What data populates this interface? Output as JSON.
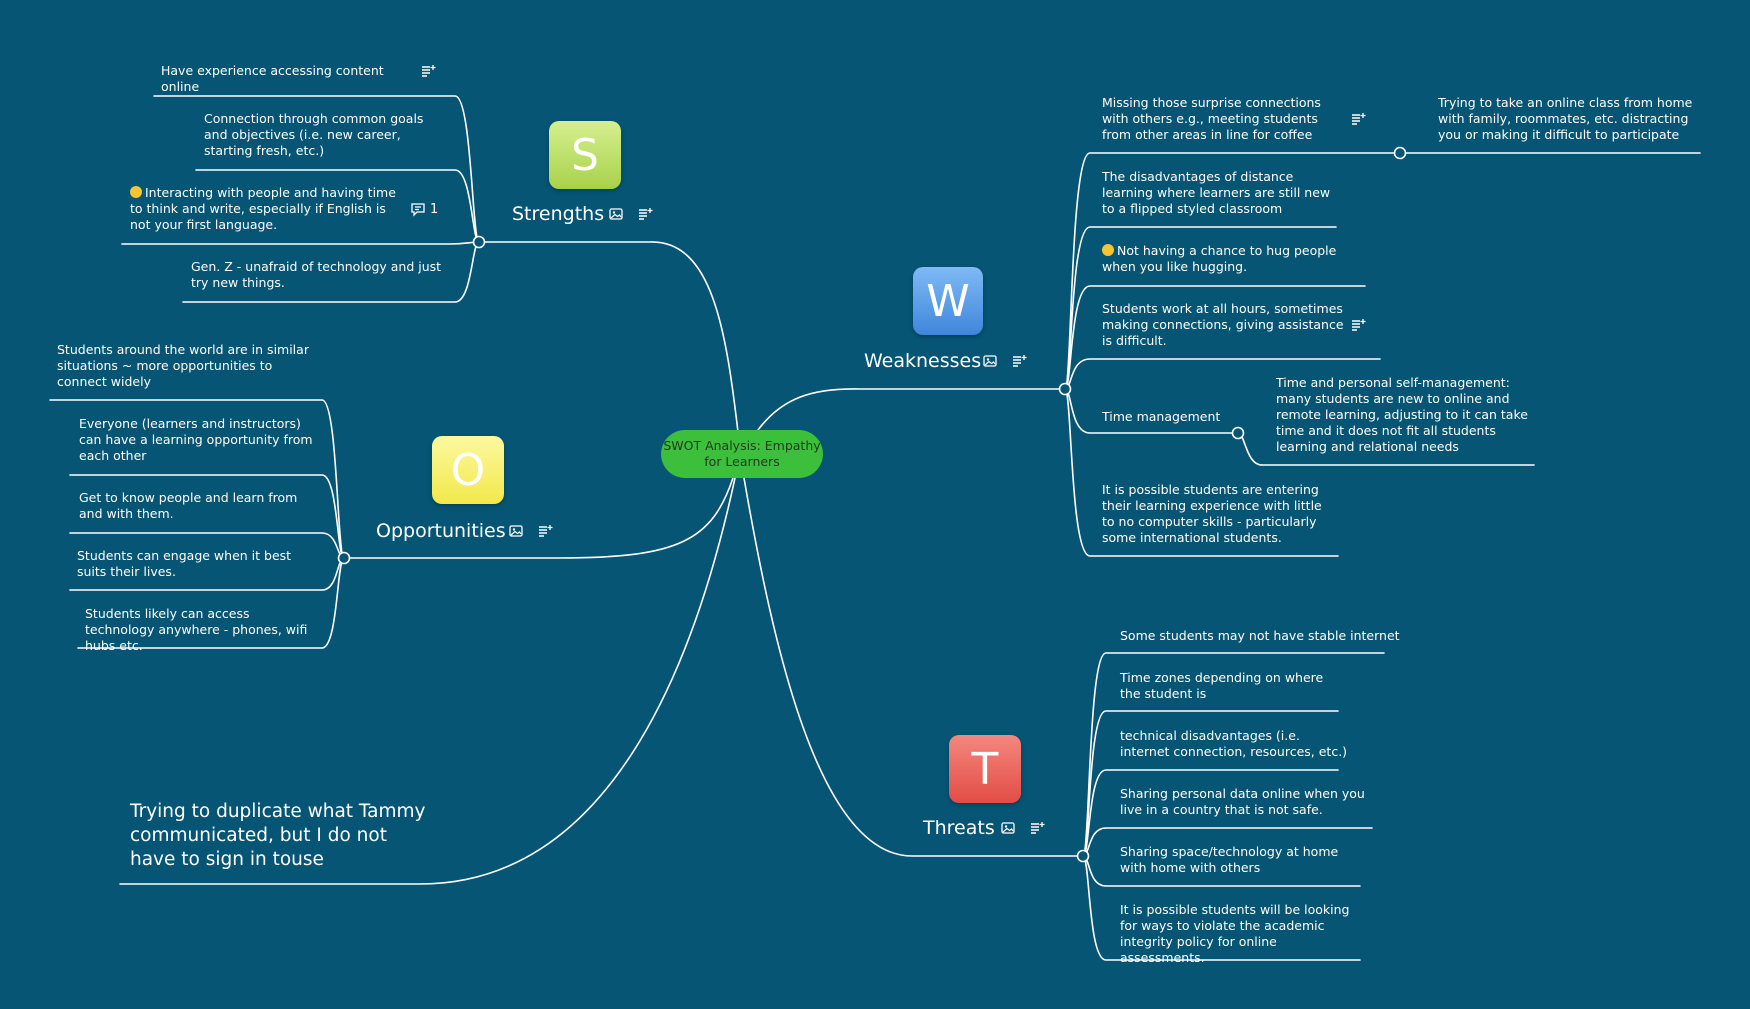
{
  "central_topic": "SWOT Analysis: Empathy for Learners",
  "colors": {
    "background": "#065574",
    "central": "#3cbf3a",
    "strengths_tile": "#b8de5a",
    "weaknesses_tile": "#4f9be6",
    "opportunities_tile": "#f7ef60",
    "threats_tile": "#eb5d55",
    "connector": "#ffffff"
  },
  "icons": {
    "image": "image-icon",
    "notes": "notes-icon",
    "comment": "comment-icon",
    "emoji": "smiley-emoji"
  },
  "strengths": {
    "label": "Strengths",
    "tile_letter": "S",
    "items": [
      "Have experience accessing content online",
      "Connection through common goals and objectives (i.e. new career, starting fresh, etc.)",
      "Interacting with people and having time to think and write, especially if English is not your first language.",
      "Gen. Z - unafraid of technology and just try new things."
    ],
    "comment_count": "1"
  },
  "opportunities": {
    "label": "Opportunities",
    "tile_letter": "O",
    "items": [
      "Students around the world are in similar situations ~ more opportunities to connect widely",
      "Everyone (learners and instructors) can have a learning opportunity from each other",
      "Get to know people and learn from and with them.",
      "Students can engage when it best suits their lives.",
      "Students likely can access technology anywhere - phones, wifi hubs etc."
    ]
  },
  "weaknesses": {
    "label": "Weaknesses",
    "tile_letter": "W",
    "items": [
      "Missing those surprise connections with others e.g., meeting students from other areas in line for coffee",
      "The disadvantages of distance learning where learners are still new to a flipped styled classroom",
      "Not having a chance to hug people when you like hugging.",
      "Students work at all hours, sometimes making connections, giving assistance is difficult.",
      "Time management",
      "It is possible students are entering their learning experience with little to no computer skills - particularly some international students."
    ],
    "sub_missing": "Trying to take an online class from home with family, roommates, etc. distracting you or making it difficult to participate",
    "sub_time": "Time and personal self-management: many students are new to online and remote learning, adjusting to it can take time and it does not fit all students learning and relational needs"
  },
  "threats": {
    "label": "Threats",
    "tile_letter": "T",
    "items": [
      "Some students may not have stable internet",
      "Time zones depending on where the student is",
      "technical disadvantages (i.e. internet connection, resources, etc.)",
      "Sharing personal data online when you live in a country that is not safe.",
      "Sharing space/technology at home with home with others",
      "It is possible students will be looking for ways to violate the academic integrity policy for online assessments."
    ]
  },
  "floating_note": "Trying to duplicate what Tammy communicated, but I do not have to sign in touse"
}
